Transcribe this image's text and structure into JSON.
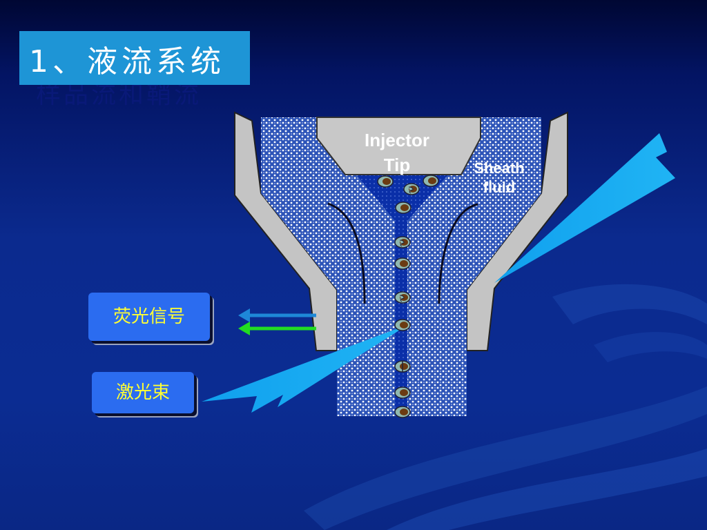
{
  "title": "1、液流系统",
  "title_shadow": "样品流和鞘流",
  "labels": {
    "injector": "Injector\nTip",
    "injector_line1": "Injector",
    "injector_line2": "Tip",
    "sheath_line1": "Sheath",
    "sheath_line2": "fluid",
    "fluorescence_signal": "荧光信号",
    "laser_beam": "激光束"
  },
  "colors": {
    "title_box": "#1e95d6",
    "label_box": "#2b6cf0",
    "label_text": "#ffff33",
    "laser": "#1aa6ef",
    "arrow_blue": "#1e88d8",
    "arrow_green": "#22dd22",
    "nozzle_gray": "#c0c0c0"
  },
  "cells": [
    {
      "type": "round"
    },
    {
      "type": "nucleus"
    },
    {
      "type": "round"
    },
    {
      "type": "round"
    },
    {
      "type": "nucleus"
    },
    {
      "type": "round"
    },
    {
      "type": "nucleus"
    },
    {
      "type": "round"
    },
    {
      "type": "split"
    },
    {
      "type": "round"
    },
    {
      "type": "round"
    }
  ]
}
